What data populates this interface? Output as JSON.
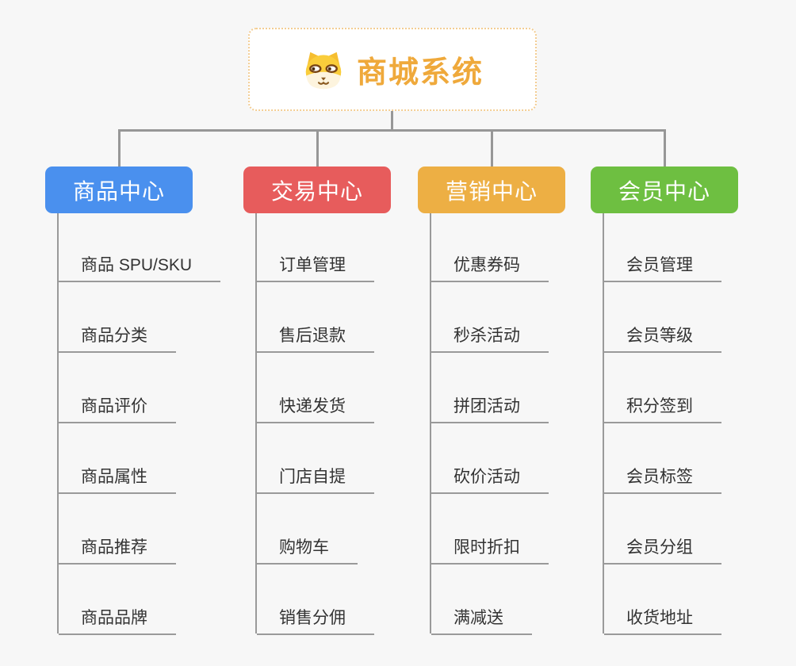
{
  "page": {
    "background_color": "#f7f7f7",
    "connector_color": "#979797"
  },
  "root": {
    "title": "商城系统",
    "icon": "dog-face-icon",
    "title_color": "#efa93b",
    "border_color": "#f3cd93"
  },
  "branches": [
    {
      "label": "商品中心",
      "color": "#4a90ee",
      "items": [
        "商品 SPU/SKU",
        "商品分类",
        "商品评价",
        "商品属性",
        "商品推荐",
        "商品品牌"
      ]
    },
    {
      "label": "交易中心",
      "color": "#e75c5c",
      "items": [
        "订单管理",
        "售后退款",
        "快递发货",
        "门店自提",
        "购物车",
        "销售分佣"
      ]
    },
    {
      "label": "营销中心",
      "color": "#edaf44",
      "items": [
        "优惠券码",
        "秒杀活动",
        "拼团活动",
        "砍价活动",
        "限时折扣",
        "满减送"
      ]
    },
    {
      "label": "会员中心",
      "color": "#6ebf41",
      "items": [
        "会员管理",
        "会员等级",
        "积分签到",
        "会员标签",
        "会员分组",
        "收货地址"
      ]
    }
  ]
}
